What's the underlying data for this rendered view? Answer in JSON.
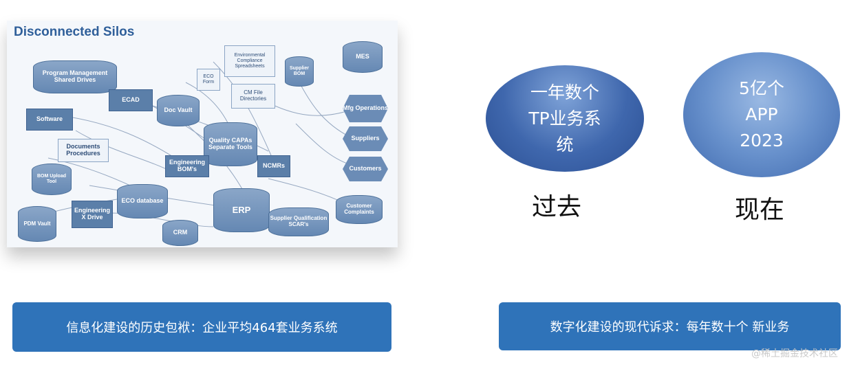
{
  "diagram": {
    "title": "Disconnected Silos",
    "nodes": {
      "program_mgmt": "Program Management Shared Drives",
      "ecad": "ECAD",
      "eco_form": "ECO Form",
      "env": "Environmental Compliance Spreadsheets",
      "cm_file": "CM File Directories",
      "supplier_bom": "Supplier BOM",
      "mes": "MES",
      "software": "Software",
      "doc_vault": "Doc Vault",
      "mfg_ops": "Mfg Operations",
      "quality": "Quality CAPAs Separate Tools",
      "suppliers": "Suppliers",
      "docs_proc": "Documents Procedures",
      "eng_bom": "Engineering BOM's",
      "ncmrs": "NCMRs",
      "customers": "Customers",
      "bom_upload": "BOM Upload Tool",
      "eco_db": "ECO database",
      "erp": "ERP",
      "cust_complaints": "Customer Complaints",
      "pdm_vault": "PDM Vault",
      "eng_x": "Engineering X Drive",
      "crm": "CRM",
      "supplier_qual": "Supplier Qualification SCAR's"
    }
  },
  "past": {
    "ellipse_lines": [
      "一年数个",
      "TP业务系",
      "统"
    ],
    "caption": "过去"
  },
  "present": {
    "ellipse_lines": [
      "5亿个",
      "APP",
      "2023"
    ],
    "caption": "现在"
  },
  "banners": {
    "left": "信息化建设的历史包袱：企业平均464套业务系统",
    "right": "数字化建设的现代诉求：每年数十个 新业务"
  },
  "watermark": "@稀土掘金技术社区"
}
